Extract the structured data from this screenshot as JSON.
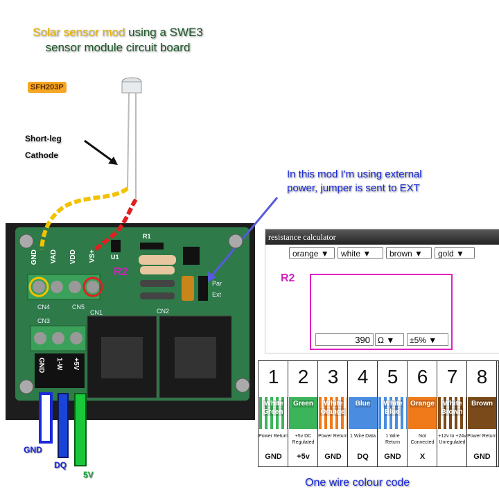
{
  "title": {
    "line1_part1": "Solar sensor mod",
    "line1_part2": " using a SWE3",
    "line2": "sensor module circuit board"
  },
  "component_tag": "SFH203P",
  "leg_note": {
    "line1": "Short-leg",
    "line2": "Cathode"
  },
  "jumper_note": {
    "line1": "In this mod I'm using external",
    "line2": "power, jumper is  sent to EXT"
  },
  "board": {
    "r2_label": "R2",
    "r1_label": "R1",
    "u1_label": "U1",
    "pins_top": [
      "GND",
      "VAD",
      "VDD",
      "VS+"
    ],
    "pins_bottom": [
      "GND",
      "1-W",
      "+5V"
    ],
    "connectors": [
      "CN4",
      "CN5",
      "CN3",
      "CN1",
      "CN2"
    ],
    "jumper_labels": [
      "Par",
      "Ext"
    ]
  },
  "wire_labels": [
    "GND",
    "DQ",
    "5V"
  ],
  "resistance_calculator": {
    "title": "resistance calculator",
    "bands": [
      "orange",
      "white",
      "brown",
      "gold"
    ],
    "r2_label": "R2",
    "value": "390",
    "unit": "Ω",
    "tolerance": "±5%"
  },
  "wire_table": {
    "columns": [
      {
        "num": "1",
        "color": "White Green",
        "desc": "Power Return",
        "signal": "GND",
        "bg": "#3cb55a",
        "striped": true
      },
      {
        "num": "2",
        "color": "Green",
        "desc": "+5v DC Regulated",
        "signal": "+5v",
        "bg": "#3cb55a",
        "striped": false
      },
      {
        "num": "3",
        "color": "White Orange",
        "desc": "Power Return",
        "signal": "GND",
        "bg": "#f07a1a",
        "striped": true
      },
      {
        "num": "4",
        "color": "Blue",
        "desc": "1 Wire Data",
        "signal": "DQ",
        "bg": "#4a8de0",
        "striped": false
      },
      {
        "num": "5",
        "color": "White Blue",
        "desc": "1 Wire Return",
        "signal": "GND",
        "bg": "#4a8de0",
        "striped": true
      },
      {
        "num": "6",
        "color": "Orange",
        "desc": "Not Connected",
        "signal": "X",
        "bg": "#f07a1a",
        "striped": false
      },
      {
        "num": "7",
        "color": "White Brown",
        "desc": "+12v to +24v Unregulated",
        "signal": "",
        "bg": "#7a4a1a",
        "striped": true
      },
      {
        "num": "8",
        "color": "Brown",
        "desc": "Power Return",
        "signal": "GND",
        "bg": "#7a4a1a",
        "striped": false
      }
    ]
  },
  "caption": "One wire colour code",
  "colors": {
    "title_yellow": "#e8b400",
    "title_green": "#1e5a2a",
    "note_blue": "#1a2ad8",
    "highlight_magenta": "#e020c0",
    "pcb_green": "#2e7a48"
  }
}
